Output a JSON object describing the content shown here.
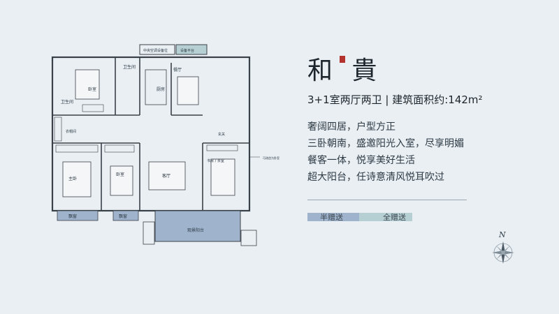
{
  "title": "和 貴",
  "spec": "3+1室两厅两卫 | 建筑面积约:142m²",
  "features": [
    "奢阔四居，户型方正",
    "三卧朝南，盛邀阳光入室，尽享明媚",
    "餐客一体，悦享美好生活",
    "超大阳台，任诗意清风悦耳吹过"
  ],
  "legend": [
    {
      "label": "半赠送",
      "color": "#9fb4cc"
    },
    {
      "label": "全赠送",
      "color": "#b6cfd3"
    }
  ],
  "compass": "N",
  "rooms": {
    "ac_platform": "中央空调设备位",
    "equipment": "设备平台",
    "bathroom1": "卫生间",
    "bedroom1": "卧室",
    "dining": "餐厅",
    "kitchen": "厨房",
    "bathroom2": "卫生间",
    "cloakroom": "衣帽间",
    "foyer": "玄关",
    "master": "主卧",
    "bedroom2": "卧室",
    "living": "客厅",
    "study": "书房 / 茶室",
    "note": "可改造为卧室",
    "bay1": "飘窗",
    "bay2": "飘窗",
    "balcony": "观景阳台"
  },
  "colors": {
    "half_gift": "#9fb4cc",
    "full_gift": "#b6cfd3",
    "wall": "#3a4048"
  }
}
